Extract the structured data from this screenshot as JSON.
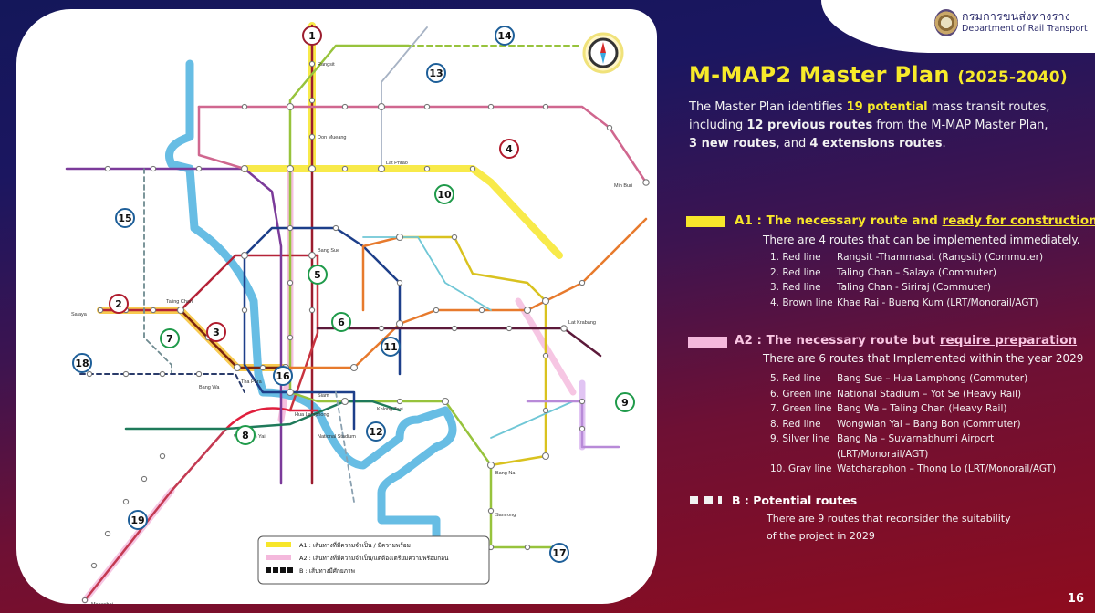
{
  "header": {
    "org_thai": "กรมการขนส่งทางราง",
    "org_english": "Department of Rail Transport"
  },
  "title": {
    "main": "M-MAP2 Master Plan",
    "years": "(2025-2040)"
  },
  "intro": {
    "p1": "The Master Plan identifies ",
    "b1": "19 potential",
    "p2": " mass transit routes,",
    "p3": "including ",
    "b2": "12 previous routes",
    "p4": " from the M-MAP Master Plan,",
    "b3": "3 new routes",
    "p5": ", and ",
    "b4": "4 extensions routes",
    "p6": "."
  },
  "categories": {
    "a1": {
      "code": "A1",
      "swatch_color": "#f7e62a",
      "title_prefix": " : The necessary route and ",
      "title_underlined": "ready for construction",
      "subtitle": "There are 4 routes that can be implemented immediately.",
      "routes": [
        {
          "line": "1. Red line",
          "desc": "Rangsit -Thammasat (Rangsit) (Commuter)"
        },
        {
          "line": "2. Red line",
          "desc": "Taling Chan – Salaya (Commuter)"
        },
        {
          "line": "3. Red line",
          "desc": "Taling Chan -  Siriraj (Commuter)"
        },
        {
          "line": "4. Brown line",
          "desc": "Khae Rai - Bueng Kum (LRT/Monorail/AGT)"
        }
      ]
    },
    "a2": {
      "code": "A2",
      "swatch_color": "#f4b8dc",
      "title_prefix": " : The necessary route but ",
      "title_underlined": "require preparation",
      "subtitle": "There are 6 routes that Implemented within the year 2029",
      "routes": [
        {
          "line": "5. Red line",
          "desc": "Bang Sue – Hua Lamphong (Commuter)"
        },
        {
          "line": "6. Green line",
          "desc": "National Stadium – Yot Se (Heavy Rail)"
        },
        {
          "line": "7. Green line",
          "desc": "Bang Wa – Taling Chan (Heavy Rail)"
        },
        {
          "line": "8. Red line",
          "desc": "Wongwian Yai  – Bang Bon (Commuter)"
        },
        {
          "line": "9. Silver line",
          "desc": "Bang Na – Suvarnabhumi Airport"
        },
        {
          "line": "",
          "desc": "(LRT/Monorail/AGT)"
        },
        {
          "line": "10. Gray line",
          "desc": "Watcharaphon – Thong Lo (LRT/Monorail/AGT)"
        }
      ]
    },
    "b": {
      "code": "B",
      "title": " : Potential routes",
      "subtitle_1": "There are 9 routes that reconsider the suitability",
      "subtitle_2": "of the project in 2029"
    }
  },
  "map": {
    "legend": {
      "a1": "A1 : เส้นทางที่มีความจำเป็น / มีความพร้อม",
      "a2": "A2 : เส้นทางที่มีความจำเป็น/แต่ต้องเตรียมความพร้อมก่อน",
      "b": "B : เส้นทางมีศักยภาพ"
    },
    "route_markers": [
      {
        "num": "1",
        "color": "#b01c2e"
      },
      {
        "num": "2",
        "color": "#b01c2e"
      },
      {
        "num": "3",
        "color": "#b01c2e"
      },
      {
        "num": "4",
        "color": "#b01c2e"
      },
      {
        "num": "5",
        "color": "#1f9a4a"
      },
      {
        "num": "6",
        "color": "#1f9a4a"
      },
      {
        "num": "7",
        "color": "#1f9a4a"
      },
      {
        "num": "8",
        "color": "#1f9a4a"
      },
      {
        "num": "9",
        "color": "#1f9a4a"
      },
      {
        "num": "10",
        "color": "#1f9a4a"
      },
      {
        "num": "11",
        "color": "#1e5f99"
      },
      {
        "num": "12",
        "color": "#1e5f99"
      },
      {
        "num": "13",
        "color": "#1e5f99"
      },
      {
        "num": "14",
        "color": "#1e5f99"
      },
      {
        "num": "15",
        "color": "#1e5f99"
      },
      {
        "num": "16",
        "color": "#1e5f99"
      },
      {
        "num": "17",
        "color": "#1e5f99"
      },
      {
        "num": "18",
        "color": "#1e5f99"
      },
      {
        "num": "19",
        "color": "#1e5f99"
      }
    ],
    "station_labels": {
      "taling_chan": "Taling Chan",
      "salaya": "Salaya",
      "rangsit": "Rangsit",
      "bang_sue": "Bang Sue",
      "hua_lamphong": "Hua Lamphong",
      "national_stadium": "National Stadium",
      "siam": "Siam",
      "bang_na": "Bang Na",
      "samrong": "Samrong",
      "khlong_toei": "Khlong Toei",
      "wongwian_yai": "Wongwian Yai",
      "min_buri": "Min Buri",
      "lat_krabang": "Lat Krabang",
      "tha_phra": "Tha Phra",
      "lat_phrao": "Lat Phrao",
      "don_mueang": "Don Mueang",
      "bang_wa": "Bang Wa",
      "mahachai": "Mahachai"
    }
  },
  "page_number": "16"
}
